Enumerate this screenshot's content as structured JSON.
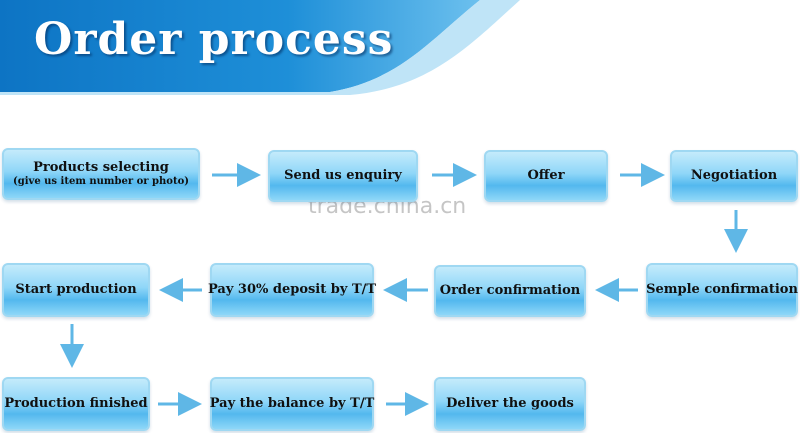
{
  "header": {
    "title": "Order process"
  },
  "watermark": "trade.china.cn",
  "steps": [
    {
      "label": "Products selecting",
      "sub": "(give us item number or photo)"
    },
    {
      "label": "Send us enquiry"
    },
    {
      "label": "Offer"
    },
    {
      "label": "Negotiation"
    },
    {
      "label": "Semple confirmation"
    },
    {
      "label": "Order confirmation"
    },
    {
      "label": "Pay 30%  deposit by T/T"
    },
    {
      "label": "Start production"
    },
    {
      "label": "Production finished"
    },
    {
      "label": "Pay the balance by T/T"
    },
    {
      "label": "Deliver the goods"
    }
  ],
  "colors": {
    "banner": "#1a86d0",
    "arrow": "#5fb7e6",
    "box": "#8fd6f8"
  }
}
